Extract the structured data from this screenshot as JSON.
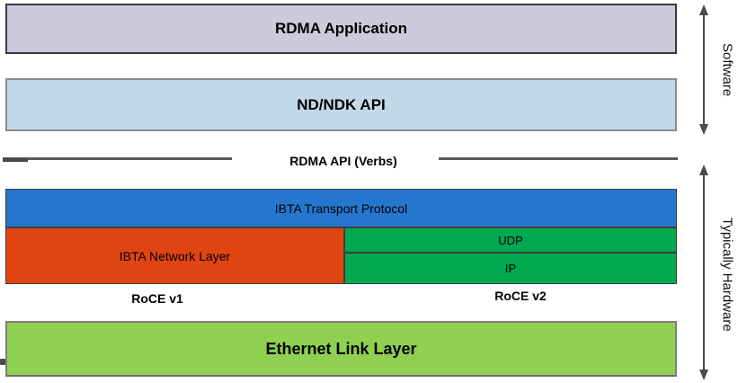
{
  "diagram": {
    "software_stack": {
      "rdma_application": {
        "label": "RDMA Application",
        "fill": "#cfc9dc"
      },
      "nd_ndk_api": {
        "label": "ND/NDK API",
        "fill": "#c3d9e9"
      }
    },
    "api_boundary": {
      "label": "RDMA API (Verbs)",
      "line_color": "#595959"
    },
    "hardware_stack": {
      "ibta_transport": {
        "label": "IBTA Transport Protocol",
        "fill": "#2577ce"
      },
      "ibta_network": {
        "label": "IBTA Network Layer",
        "fill": "#e04413"
      },
      "udp": {
        "label": "UDP",
        "fill": "#00a850"
      },
      "ip": {
        "label": "IP",
        "fill": "#00a850"
      },
      "roce_v1": {
        "label": "RoCE v1"
      },
      "roce_v2": {
        "label": "RoCE v2"
      },
      "ethernet": {
        "label": "Ethernet Link Layer",
        "fill": "#8fd051"
      }
    },
    "side_labels": {
      "software": "Software",
      "typically_hardware": "Typically Hardware"
    },
    "arrow_color": "#4a4a4a"
  }
}
